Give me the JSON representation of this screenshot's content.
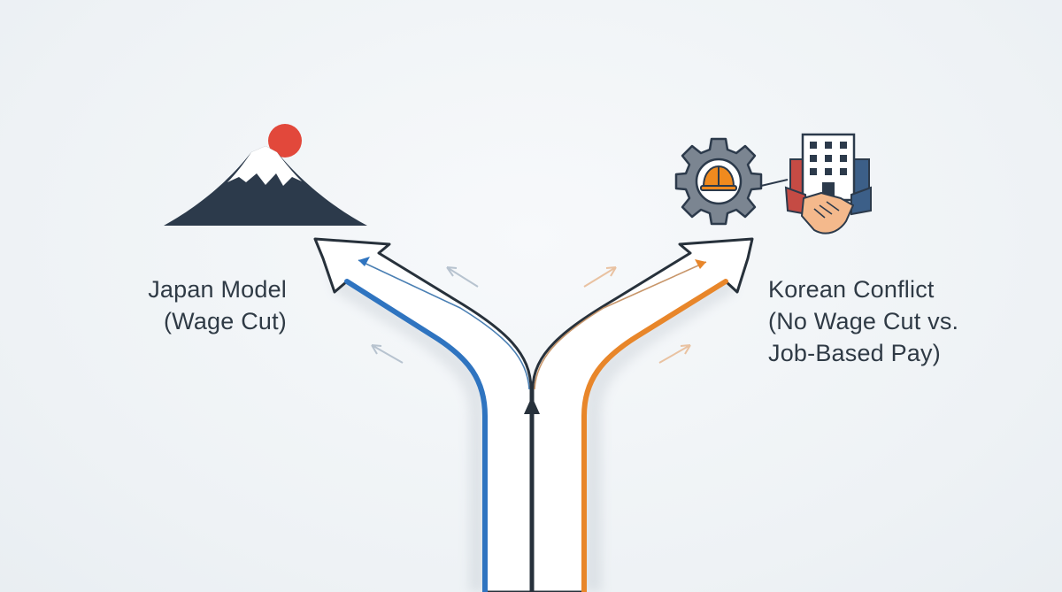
{
  "labels": {
    "japan": {
      "line1": "Japan Model",
      "line2": "(Wage Cut)"
    },
    "korea": {
      "line1": "Korean Conflict",
      "line2": "(No Wage Cut vs.",
      "line3": "Job-Based Pay)"
    }
  },
  "colors": {
    "left_path": "#2f74c0",
    "right_path": "#e8862a",
    "arrow_body": "#ffffff",
    "outline": "#27313b",
    "mountain": "#2c3a4b",
    "sun": "#e2483b",
    "building": "#2c3a4b",
    "gear": "#7b8591",
    "helmet": "#f08a1e"
  },
  "icons": {
    "left": "mount-fuji-with-sun-icon",
    "right": [
      "gear-with-hard-hat-icon",
      "office-building-icon",
      "handshake-icon"
    ]
  }
}
